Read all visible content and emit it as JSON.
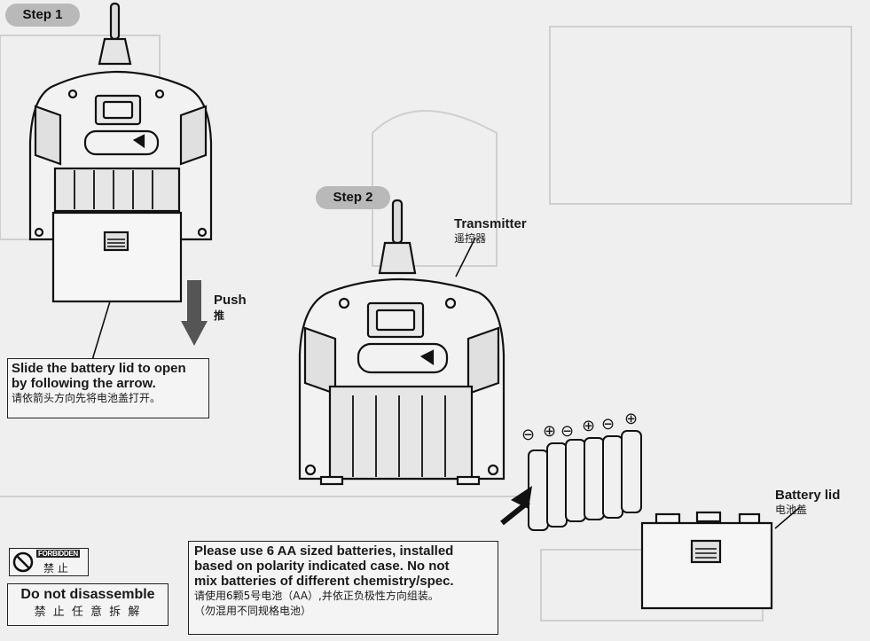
{
  "step1": {
    "badge": "Step 1"
  },
  "step2": {
    "badge": "Step 2"
  },
  "push": {
    "en": "Push",
    "zh": "推"
  },
  "slide_note": {
    "line1": "Slide the battery lid to open",
    "line2": "by following the arrow.",
    "zh": "请依箭头方向先将电池盖打开。"
  },
  "transmitter": {
    "en": "Transmitter",
    "zh": "遥控器"
  },
  "battery_lid": {
    "en": "Battery lid",
    "zh": "电池盖"
  },
  "battery_note": {
    "line1": "Please use 6 AA sized batteries, installed",
    "line2": "based on polarity indicated case. No not",
    "line3": "mix batteries of different chemistry/spec.",
    "zh1": "请使用6颗5号电池（AA）,并依正负极性方向组装。",
    "zh2": "（勿混用不同规格电池）"
  },
  "forbidden": {
    "badge_en": "FORBIDDEN",
    "badge_zh": "禁 止"
  },
  "disassemble": {
    "en": "Do not disassemble",
    "zh": "禁 止 任 意 拆 解"
  },
  "polarity": [
    "⊖",
    "⊕",
    "⊖",
    "⊕",
    "⊖",
    "⊕"
  ]
}
